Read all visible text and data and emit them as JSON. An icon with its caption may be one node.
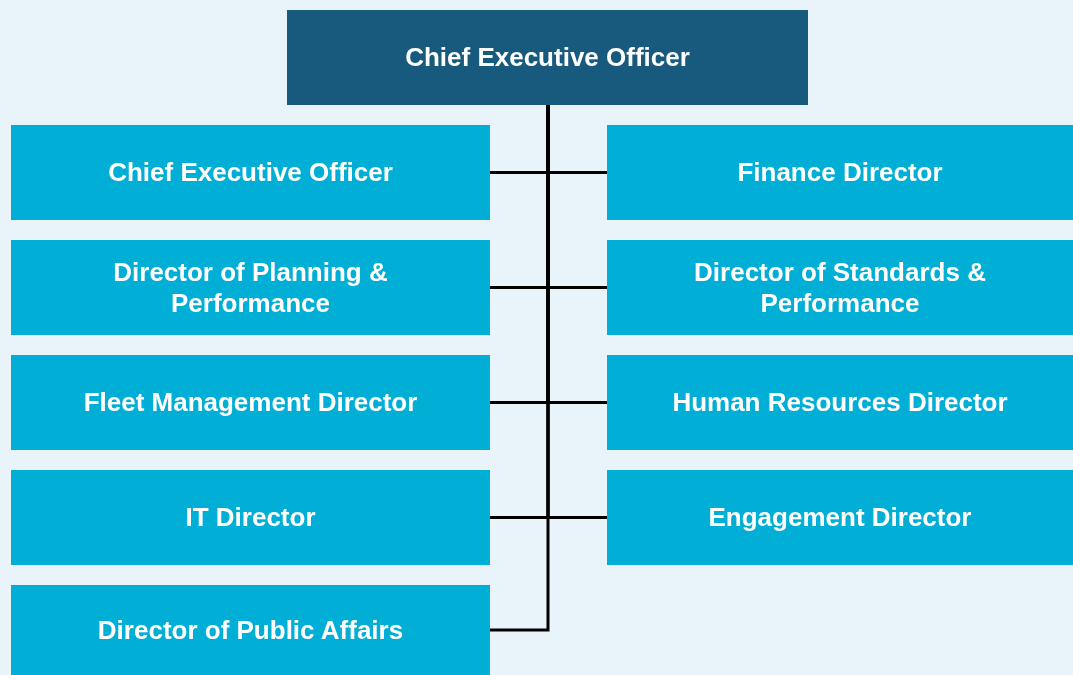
{
  "diagram": {
    "nodes": [
      {
        "text": [
          "Chief Executive Officer"
        ]
      },
      {
        "text": [
          "Chief Executive Officer"
        ]
      },
      {
        "text": [
          "Finance Director"
        ]
      },
      {
        "text": [
          "Director of Planning & Performance"
        ]
      },
      {
        "text": [
          "Director of Standards & Performance"
        ]
      },
      {
        "text": [
          "Fleet Management Director"
        ]
      },
      {
        "text": [
          "Human Resources Director"
        ]
      },
      {
        "text": [
          "IT Director"
        ]
      },
      {
        "text": [
          "Engagement Director"
        ]
      },
      {
        "text": [
          "Director of Public Affairs"
        ]
      }
    ],
    "edges": [
      {
        "from": 0,
        "to": 1,
        "arrow": "none"
      },
      {
        "from": 0,
        "to": 2,
        "arrow": "none"
      },
      {
        "from": 0,
        "to": 3,
        "arrow": "none"
      },
      {
        "from": 0,
        "to": 4,
        "arrow": "none"
      },
      {
        "from": 0,
        "to": 5,
        "arrow": "none"
      },
      {
        "from": 0,
        "to": 6,
        "arrow": "none"
      },
      {
        "from": 0,
        "to": 7,
        "arrow": "none"
      },
      {
        "from": 0,
        "to": 8,
        "arrow": "none"
      },
      {
        "from": 0,
        "to": 9,
        "arrow": "none"
      }
    ]
  }
}
